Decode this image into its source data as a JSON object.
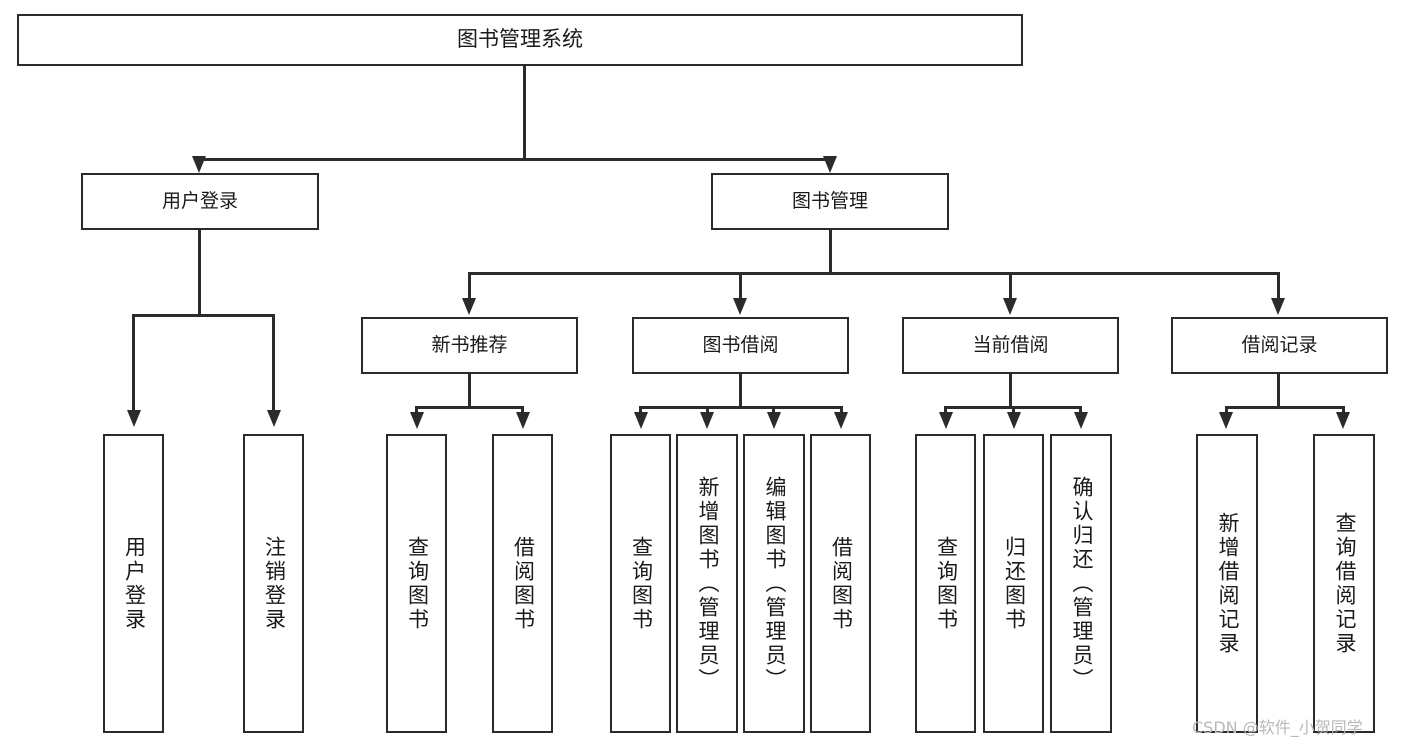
{
  "diagram": {
    "title": "图书管理系统",
    "type": "tree",
    "orientation": "top-down",
    "colors": {
      "line": "#2b2b2b",
      "box_fill": "#ffffff",
      "text": "#1a1a1a",
      "watermark": "#b9b9b9",
      "background": "#ffffff"
    },
    "root": {
      "label": "图书管理系统"
    },
    "level1": [
      {
        "label": "用户登录"
      },
      {
        "label": "图书管理"
      }
    ],
    "level2": [
      {
        "label": "新书推荐"
      },
      {
        "label": "图书借阅"
      },
      {
        "label": "当前借阅"
      },
      {
        "label": "借阅记录"
      }
    ],
    "leaves": {
      "user_login": [
        {
          "label": "用户登录"
        },
        {
          "label": "注销登录"
        }
      ],
      "new_book_recommend": [
        {
          "label": "查询图书"
        },
        {
          "label": "借阅图书"
        }
      ],
      "book_borrow": [
        {
          "label": "查询图书"
        },
        {
          "label": "新增图书（管理员）"
        },
        {
          "label": "编辑图书（管理员）"
        },
        {
          "label": "借阅图书"
        }
      ],
      "current_borrow": [
        {
          "label": "查询图书"
        },
        {
          "label": "归还图书"
        },
        {
          "label": "确认归还（管理员）"
        }
      ],
      "borrow_record": [
        {
          "label": "新增借阅记录"
        },
        {
          "label": "查询借阅记录"
        }
      ]
    }
  },
  "watermark": {
    "text": "CSDN @软件_小贺同学"
  }
}
